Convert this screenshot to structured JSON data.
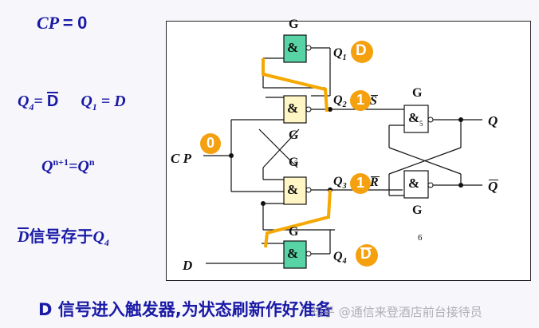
{
  "left": {
    "cp_label": "CP",
    "cp_eq": "=",
    "cp_value": "0",
    "q4_label": "Q",
    "q4_sub": "4",
    "q4_eq": "=",
    "d_bar": "D",
    "q1_label": "Q",
    "q1_sub": "1",
    "q1_eq": "= D",
    "qn1_base": "Q",
    "qn1_sup": "n+1",
    "qn_eq": "=Q",
    "qn_sup": "n",
    "stored_d": "D",
    "stored_text": "信号存于",
    "stored_q": "Q",
    "stored_sub": "4"
  },
  "diagram": {
    "gate_symbol": "&",
    "gate_label_g": "G",
    "cp_input": "C P",
    "d_input": "D",
    "q1": "Q",
    "q1_sub": "1",
    "q2": "Q",
    "q2_sub": "2",
    "q3": "Q",
    "q3_sub": "3",
    "q4": "Q",
    "q4_sub": "4",
    "s_bar": "S",
    "r_bar": "R",
    "out_q": "Q",
    "out_qbar": "Q",
    "gate_num_5": "5",
    "gate_num_6": "6",
    "gate_num_3": "3",
    "badge_q1": "D",
    "badge_q2": "1",
    "badge_cp": "0",
    "badge_q3": "1",
    "badge_q4": "D"
  },
  "caption": "D 信号进入触发器,为状态刷新作好准备",
  "watermark": "知乎 @通信来登酒店前台接待员",
  "colors": {
    "text_blue": "#1a1aa6",
    "gate_green": "#57d3a6",
    "gate_yellow": "#fff5c5",
    "badge_orange": "#f5a00f",
    "highlight_orange": "#f5a800"
  }
}
